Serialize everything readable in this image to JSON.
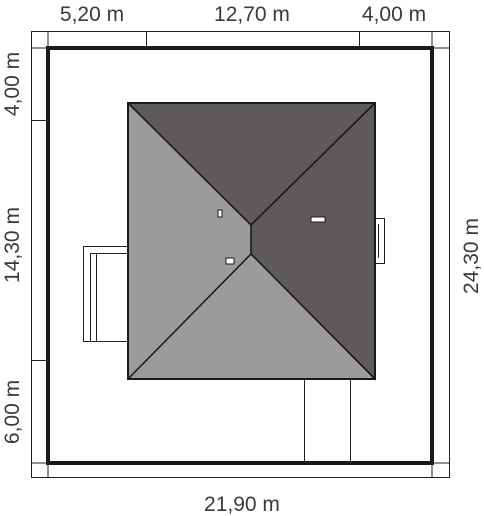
{
  "dimensions": {
    "top_left": "5,20 m",
    "top_middle": "12,70 m",
    "top_right": "4,00 m",
    "left_top": "4,00 m",
    "left_middle": "14,30 m",
    "left_bottom": "6,00 m",
    "right_total": "24,30 m",
    "bottom_total": "21,90 m"
  },
  "colors": {
    "roof_dark": "#5f5a5a",
    "roof_light": "#9b9b9b",
    "plot_border": "#1a1a1a",
    "dimension_text": "#3a3a3a"
  },
  "icons": [
    "chimney-icon",
    "roof-window-icon"
  ]
}
